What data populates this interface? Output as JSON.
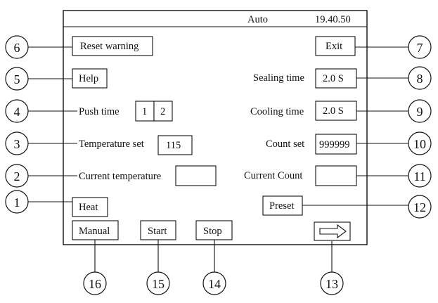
{
  "header": {
    "mode": "Auto",
    "time": "19.40.50"
  },
  "buttons": {
    "reset_warning": "Reset warning",
    "exit": "Exit",
    "help": "Help",
    "heat": "Heat",
    "preset": "Preset",
    "manual": "Manual",
    "start": "Start",
    "stop": "Stop"
  },
  "labels": {
    "push_time": "Push time",
    "temperature_set": "Temperature set",
    "current_temperature": "Current temperature",
    "sealing_time": "Sealing time",
    "cooling_time": "Cooling time",
    "count_set": "Count set",
    "current_count": "Current Count"
  },
  "fields": {
    "push_time_1": "1",
    "push_time_2": "2",
    "temperature_set": "115",
    "current_temperature": "",
    "sealing_time": "2.0 S",
    "cooling_time": "2.0 S",
    "count_set": "999999",
    "current_count": ""
  },
  "icons": {
    "next_arrow": "right-arrow-icon"
  },
  "callouts": [
    "1",
    "2",
    "3",
    "4",
    "5",
    "6",
    "7",
    "8",
    "9",
    "10",
    "11",
    "12",
    "13",
    "14",
    "15",
    "16"
  ]
}
